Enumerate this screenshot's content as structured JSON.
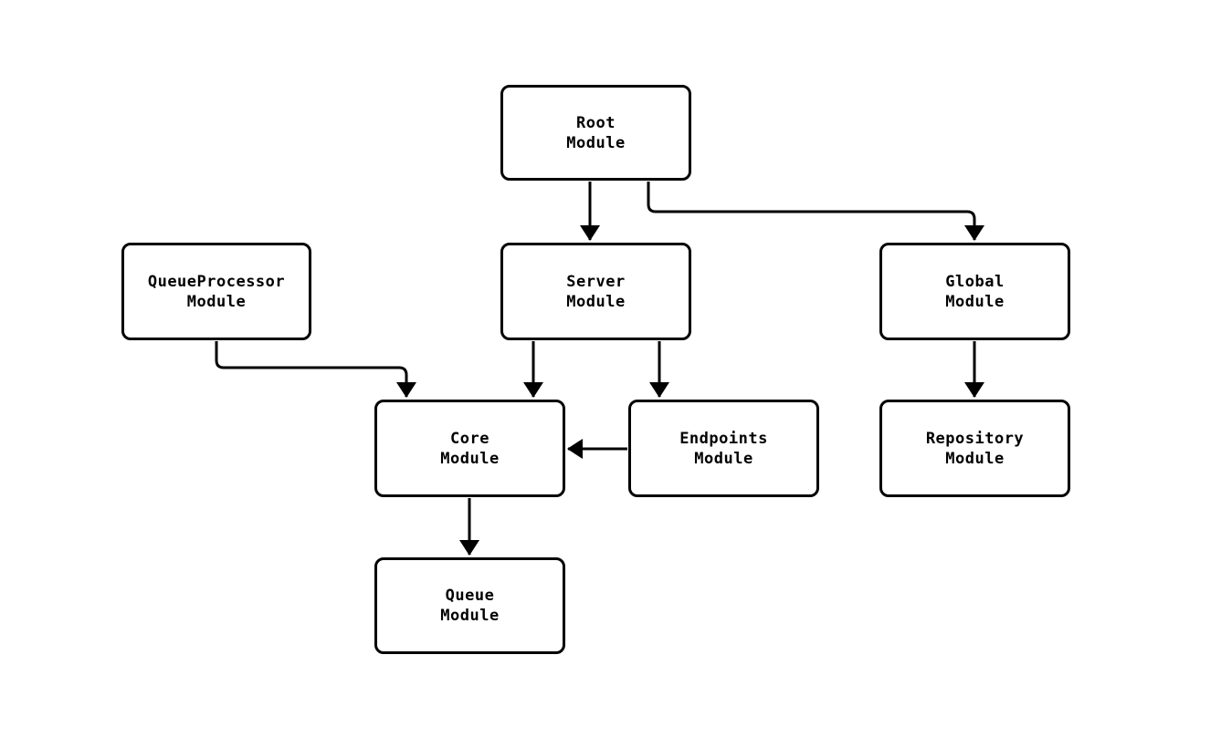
{
  "diagram": {
    "nodes": [
      {
        "id": "root",
        "label": "Root\nModule"
      },
      {
        "id": "queueprocessor",
        "label": "QueueProcessor\nModule"
      },
      {
        "id": "server",
        "label": "Server\nModule"
      },
      {
        "id": "global",
        "label": "Global\nModule"
      },
      {
        "id": "core",
        "label": "Core\nModule"
      },
      {
        "id": "endpoints",
        "label": "Endpoints\nModule"
      },
      {
        "id": "repository",
        "label": "Repository\nModule"
      },
      {
        "id": "queue",
        "label": "Queue\nModule"
      }
    ],
    "edges": [
      {
        "from": "Root Module",
        "to": "Server Module"
      },
      {
        "from": "Root Module",
        "to": "Global Module"
      },
      {
        "from": "QueueProcessor Module",
        "to": "Core Module"
      },
      {
        "from": "Server Module",
        "to": "Core Module"
      },
      {
        "from": "Server Module",
        "to": "Endpoints Module"
      },
      {
        "from": "Endpoints Module",
        "to": "Core Module"
      },
      {
        "from": "Global Module",
        "to": "Repository Module"
      },
      {
        "from": "Core Module",
        "to": "Queue Module"
      }
    ],
    "colors": {
      "stroke": "#000000",
      "node_fill": "#ffffff",
      "background": "#ffffff"
    }
  }
}
